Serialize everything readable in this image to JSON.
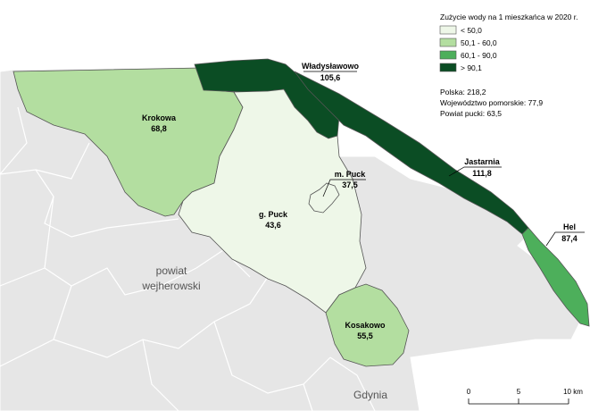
{
  "legend": {
    "title": "Zużycie wody na 1 mieszkańca w 2020 r.",
    "classes": [
      {
        "label": "< 50,0",
        "color": "#eef7e8"
      },
      {
        "label": "50,1 - 60,0",
        "color": "#b3dea0"
      },
      {
        "label": "60,1 - 90,0",
        "color": "#4daf5b"
      },
      {
        "label": "> 90,1",
        "color": "#0b4d24"
      }
    ],
    "stats": [
      "Polska: 218,2",
      "Województwo pomorskie: 77,9",
      "Powiat pucki: 63,5"
    ]
  },
  "regions": {
    "wladyslawowo": {
      "name": "Władysławowo",
      "value": "105,6"
    },
    "krokowa": {
      "name": "Krokowa",
      "value": "68,8"
    },
    "m_puck": {
      "name": "m. Puck",
      "value": "37,5"
    },
    "g_puck": {
      "name": "g. Puck",
      "value": "43,6"
    },
    "jastarnia": {
      "name": "Jastarnia",
      "value": "111,8"
    },
    "hel": {
      "name": "Hel",
      "value": "87,4"
    },
    "kosakowo": {
      "name": "Kosakowo",
      "value": "55,5"
    }
  },
  "context": {
    "powiat_line1": "powiat",
    "powiat_line2": "wejherowski",
    "gdynia": "Gdynia"
  },
  "scalebar": {
    "ticks": [
      "0",
      "5",
      "10 km"
    ]
  },
  "colors": {
    "background_land": "#e6e6e6",
    "border": "#ffffff",
    "outline": "#555555"
  }
}
